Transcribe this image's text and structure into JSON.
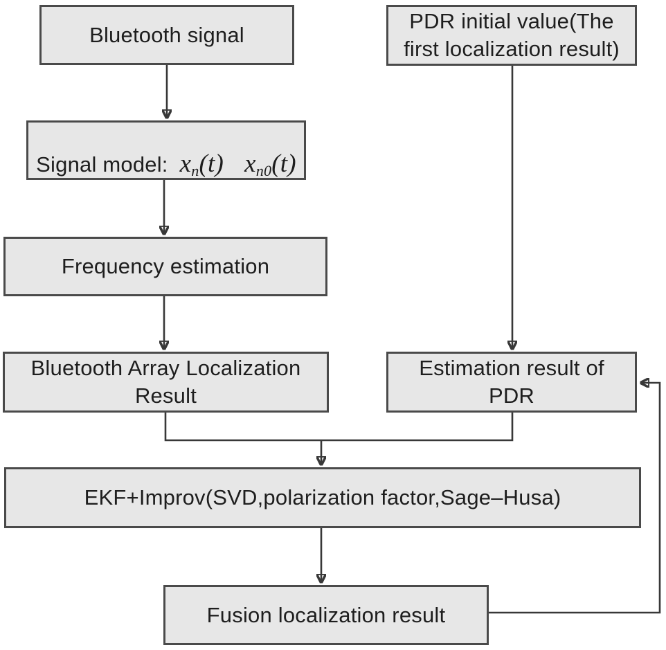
{
  "colors": {
    "background": "#ffffff",
    "box_fill": "#e7e7e7",
    "box_border": "#4a4a4a",
    "line": "#383838",
    "text": "#1e1e1e"
  },
  "nodes": {
    "bluetooth_signal": {
      "label": "Bluetooth signal"
    },
    "pdr_initial": {
      "label": "PDR initial value(The\nfirst localization result)"
    },
    "signal_model": {
      "prefix": "Signal model:",
      "x1_base": "x",
      "x1_sub": "n",
      "x1_arg": "(t)",
      "x2_base": "x",
      "x2_sub": "n0",
      "x2_arg": "(t)"
    },
    "frequency_estimation": {
      "label": "Frequency estimation"
    },
    "bluetooth_array_localization": {
      "label": "Bluetooth Array Localization\nResult"
    },
    "estimation_result_pdr": {
      "label": "Estimation result of\nPDR"
    },
    "ekf_improv": {
      "label": "EKF+Improv(SVD,polarization factor,Sage–Husa)"
    },
    "fusion_result": {
      "label": "Fusion localization result"
    }
  },
  "edges": [
    {
      "from": "bluetooth_signal",
      "to": "signal_model",
      "type": "arrow-down"
    },
    {
      "from": "signal_model",
      "to": "frequency_estimation",
      "type": "arrow-down"
    },
    {
      "from": "frequency_estimation",
      "to": "bluetooth_array_localization",
      "type": "arrow-down"
    },
    {
      "from": "pdr_initial",
      "to": "estimation_result_pdr",
      "type": "arrow-down"
    },
    {
      "from": "bluetooth_array_localization",
      "to": "ekf_improv",
      "type": "merge-arrow-down"
    },
    {
      "from": "estimation_result_pdr",
      "to": "ekf_improv",
      "type": "merge-arrow-down"
    },
    {
      "from": "ekf_improv",
      "to": "fusion_result",
      "type": "arrow-down"
    },
    {
      "from": "fusion_result",
      "to": "estimation_result_pdr",
      "type": "feedback-arrow-left"
    }
  ]
}
